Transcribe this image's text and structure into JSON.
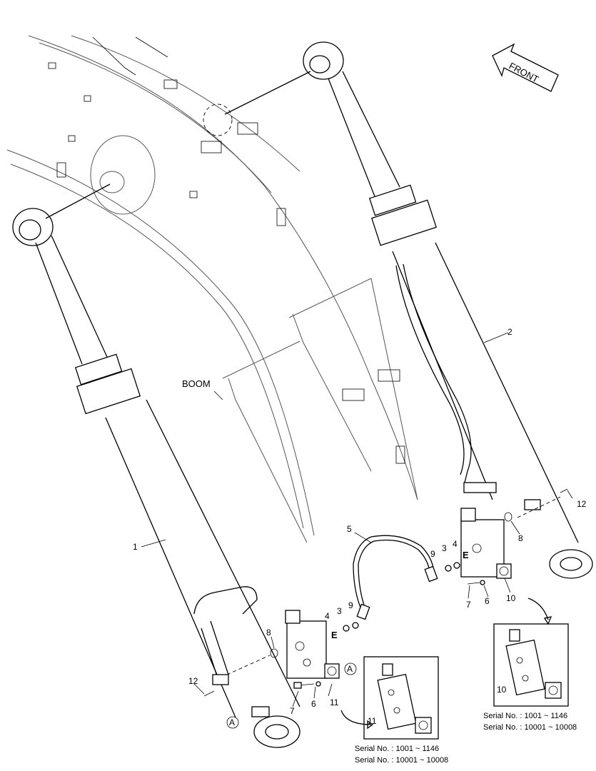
{
  "labels": {
    "boom": "BOOM",
    "front": "FRONT",
    "detail_a": "A",
    "detail_e": "E"
  },
  "callouts": {
    "c1": "1",
    "c2": "2",
    "c3l": "3",
    "c3r": "3",
    "c4l": "4",
    "c4r": "4",
    "c5": "5",
    "c6l": "6",
    "c6r": "6",
    "c7l": "7",
    "c7r": "7",
    "c8l": "8",
    "c8r": "8",
    "c9l": "9",
    "c9r": "9",
    "c10r": "10",
    "c10box": "10",
    "c11l": "11",
    "c11box": "11",
    "c12l": "12",
    "c12r": "12"
  },
  "serials": {
    "left_line1": "Serial No. : 1001 ~ 1146",
    "left_line2": "Serial No. : 10001 ~ 10008",
    "right_line1": "Serial No. : 1001 ~ 1146",
    "right_line2": "Serial No. : 10001 ~ 10008"
  }
}
